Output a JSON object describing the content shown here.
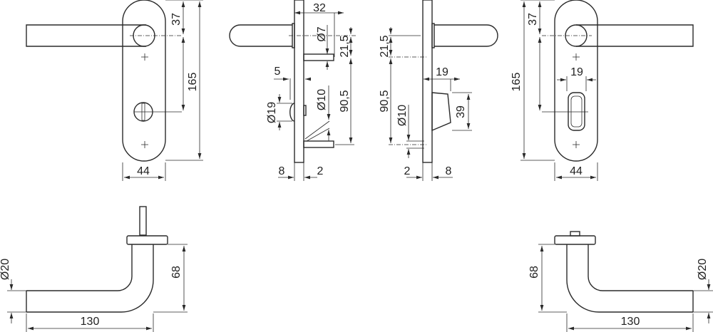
{
  "dimensions": {
    "front_left": {
      "top_to_axis": "37",
      "height": "165",
      "width": "44"
    },
    "side_left": {
      "projection": "32",
      "spindle": "Ø7",
      "axis_to_screw": "21,5",
      "screw_spacing": "90,5",
      "knob_offset": "5",
      "knob_diameter": "Ø19",
      "screw_diameter": "Ø10",
      "plate_thickness": "8",
      "gap": "2"
    },
    "side_right": {
      "axis_to_screw": "21,5",
      "screw_spacing": "90,5",
      "screw_diameter": "Ø10",
      "cylinder_width": "19",
      "cylinder_height": "39",
      "gap": "2",
      "plate_thickness": "8"
    },
    "front_right": {
      "top_to_axis": "37",
      "height": "165",
      "cylinder_width": "19",
      "width": "44"
    },
    "lever_left": {
      "diameter": "Ø20",
      "height": "68",
      "length": "130"
    },
    "lever_right": {
      "diameter": "Ø20",
      "height": "68",
      "length": "130"
    }
  }
}
